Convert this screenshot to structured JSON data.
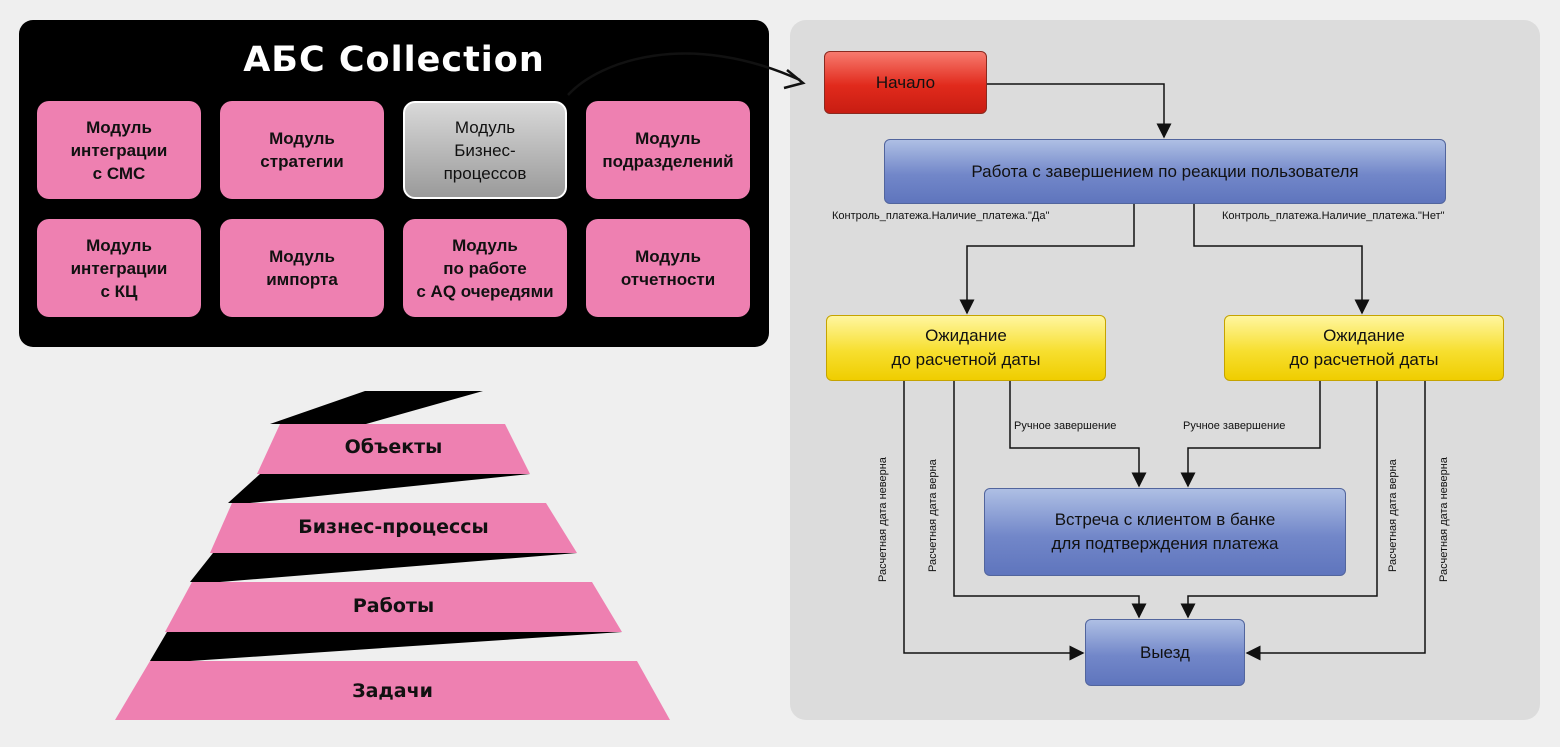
{
  "collection": {
    "title": "АБС Collection",
    "modules": [
      "Модуль\nинтеграции\nс СМС",
      "Модуль\nстратегии",
      "Модуль\nБизнес-\nпроцессов",
      "Модуль\nподразделений",
      "Модуль\nинтеграции\nс КЦ",
      "Модуль\nимпорта",
      "Модуль\nпо работе\nс AQ очередями",
      "Модуль\nотчетности"
    ]
  },
  "pyramid": {
    "levels": [
      "Объекты",
      "Бизнес-процессы",
      "Работы",
      "Задачи"
    ]
  },
  "flow": {
    "start": "Начало",
    "work": "Работа с завершением по реакции пользователя",
    "wait_left": "Ожидание\nдо расчетной даты",
    "wait_right": "Ожидание\nдо расчетной даты",
    "meeting": "Встреча с клиентом в банке\nдля подтверждения платежа",
    "exit": "Выезд",
    "edge_yes": "Контроль_платежа.Наличие_платежа.\"Да\"",
    "edge_no": "Контроль_платежа.Наличие_платежа.\"Нет\"",
    "manual_left": "Ручное завершение",
    "manual_right": "Ручное завершение",
    "date_wrong_left": "Расчетная дата неверна",
    "date_ok_left": "Расчетная дата верна",
    "date_ok_right": "Расчетная дата верна",
    "date_wrong_right": "Расчетная дата неверна"
  },
  "colors": {
    "module_pink": "#ee80b1",
    "node_red": "#e12a1c",
    "node_blue": "#6f84c7",
    "node_yellow": "#f5da2a"
  }
}
